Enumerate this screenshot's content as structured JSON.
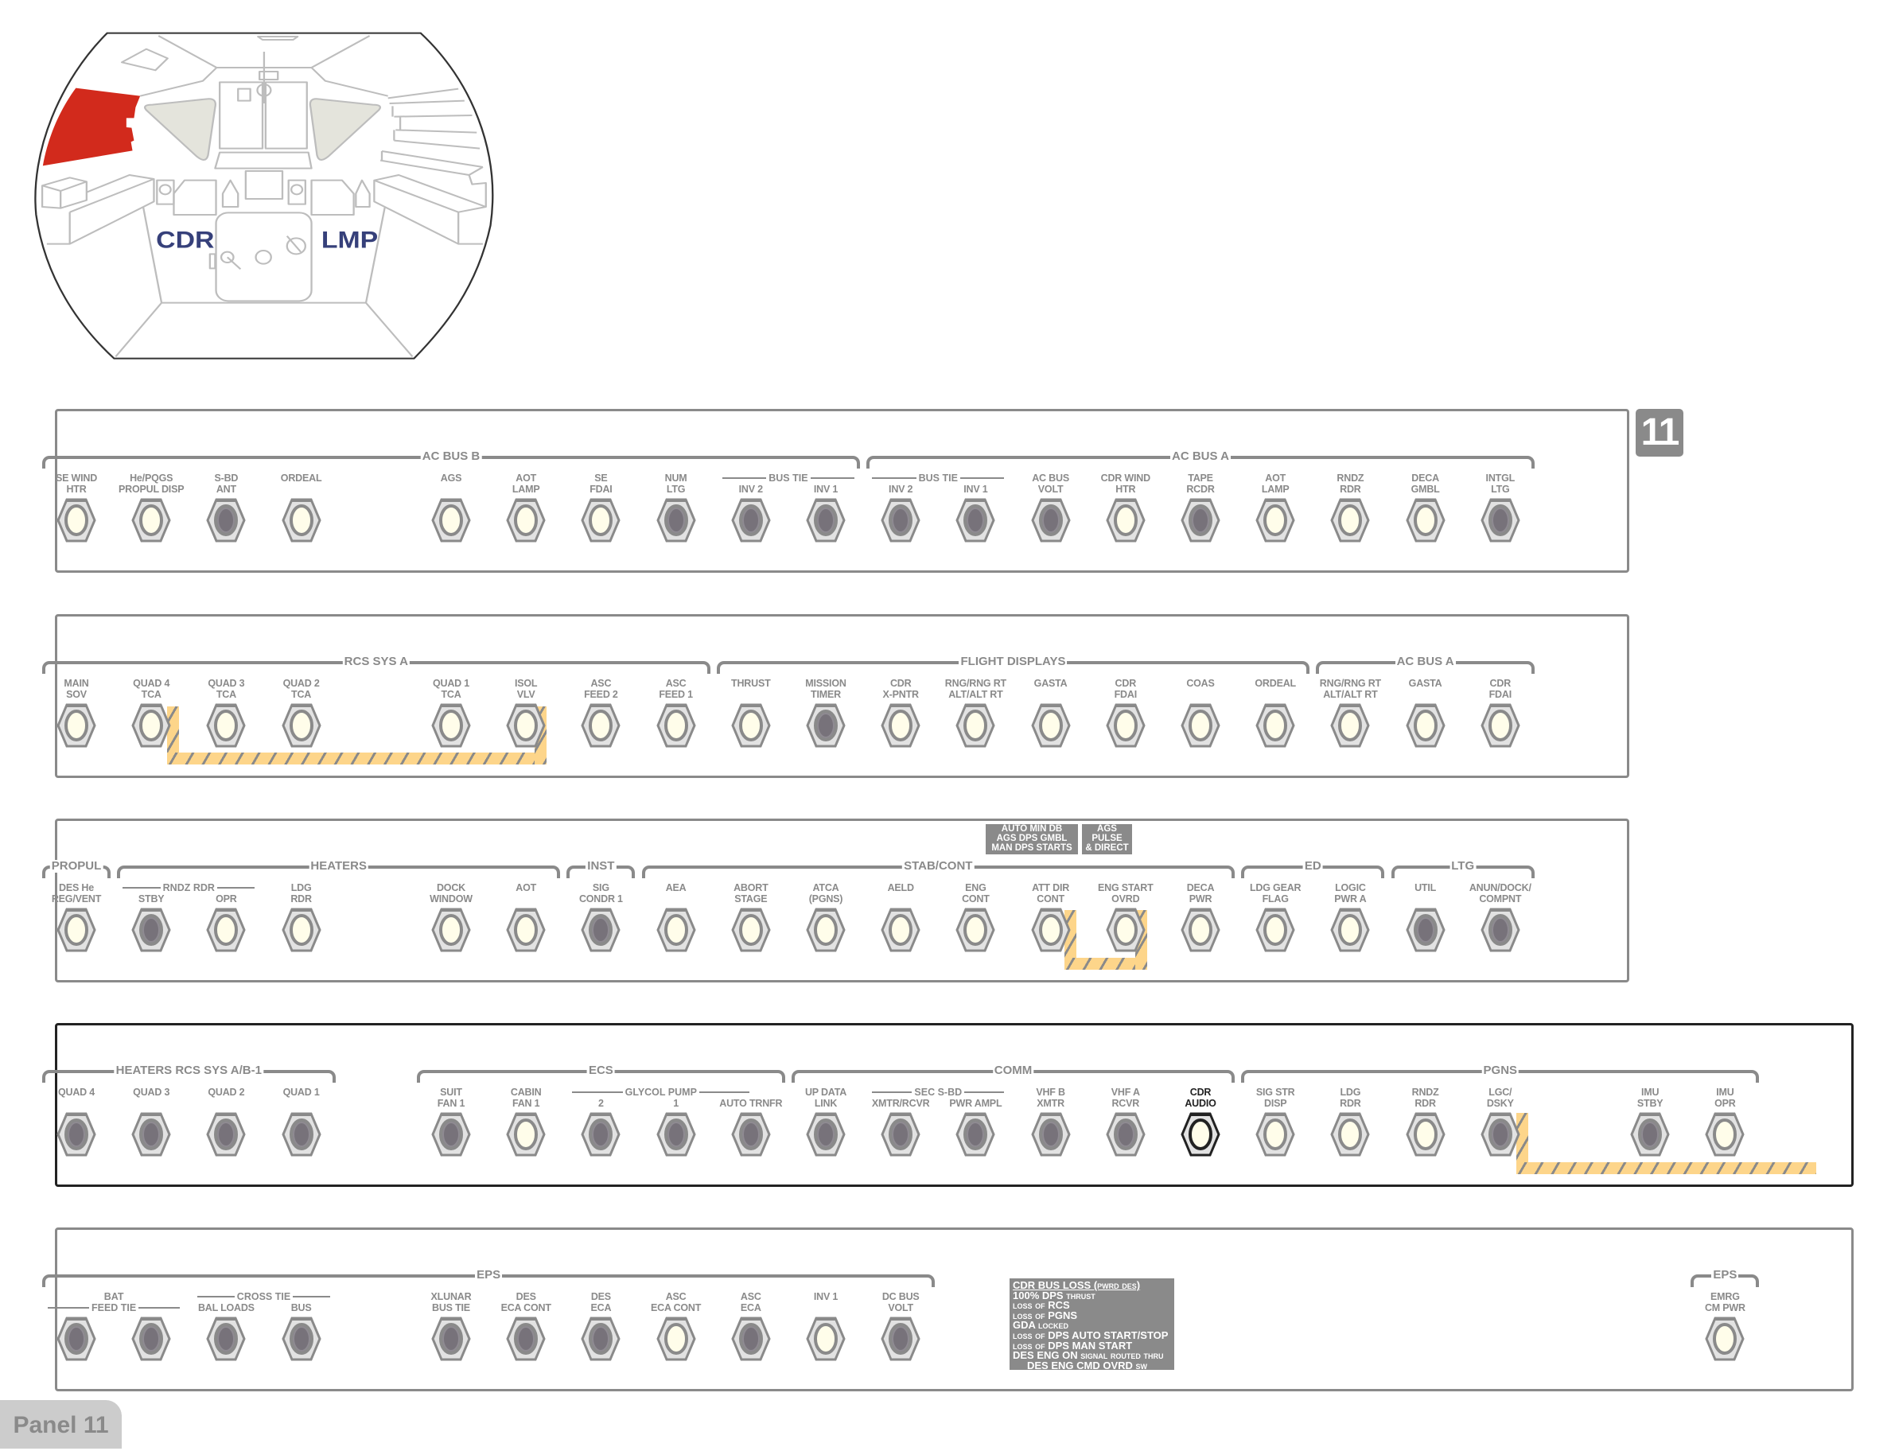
{
  "cockpit": {
    "cdr_label": "CDR",
    "lmp_label": "LMP",
    "highlight_color": "#d22a1c",
    "crew_color": "#36407a"
  },
  "panel_badge": "11",
  "panel_label": "Panel 11",
  "colors": {
    "lit": "#fffdea",
    "dark": "#77727a",
    "frame": "#8a8a8a",
    "hazard": "#fdd58a"
  },
  "rows": [
    {
      "groups": [
        "AC BUS B",
        "AC BUS A"
      ],
      "sub_labels": [
        "BUS TIE",
        "BUS TIE"
      ],
      "switches": [
        {
          "label": [
            "SE WIND",
            "HTR"
          ],
          "lit": true
        },
        {
          "label": [
            "He/PQGS",
            "PROPUL DISP"
          ],
          "lit": true
        },
        {
          "label": [
            "S-BD",
            "ANT"
          ],
          "lit": false
        },
        {
          "label": [
            "ORDEAL",
            ""
          ],
          "lit": true
        },
        {
          "label": [
            "AGS",
            ""
          ],
          "lit": true
        },
        {
          "label": [
            "AOT",
            "LAMP"
          ],
          "lit": true
        },
        {
          "label": [
            "SE",
            "FDAI"
          ],
          "lit": true
        },
        {
          "label": [
            "NUM",
            "LTG"
          ],
          "lit": false
        },
        {
          "label": [
            "",
            "INV 2"
          ],
          "lit": false
        },
        {
          "label": [
            "",
            "INV 1"
          ],
          "lit": false
        },
        {
          "label": [
            "",
            "INV 2"
          ],
          "lit": false
        },
        {
          "label": [
            "",
            "INV 1"
          ],
          "lit": false
        },
        {
          "label": [
            "AC BUS",
            "VOLT"
          ],
          "lit": false
        },
        {
          "label": [
            "CDR WIND",
            "HTR"
          ],
          "lit": true
        },
        {
          "label": [
            "TAPE",
            "RCDR"
          ],
          "lit": false
        },
        {
          "label": [
            "AOT",
            "LAMP"
          ],
          "lit": true
        },
        {
          "label": [
            "RNDZ",
            "RDR"
          ],
          "lit": true
        },
        {
          "label": [
            "DECA",
            "GMBL"
          ],
          "lit": true
        },
        {
          "label": [
            "INTGL",
            "LTG"
          ],
          "lit": false
        }
      ]
    },
    {
      "groups": [
        "RCS SYS A",
        "FLIGHT DISPLAYS",
        "AC BUS A"
      ],
      "sub_labels": [],
      "switches": [
        {
          "label": [
            "MAIN",
            "SOV"
          ],
          "lit": true
        },
        {
          "label": [
            "QUAD 4",
            "TCA"
          ],
          "lit": true
        },
        {
          "label": [
            "QUAD 3",
            "TCA"
          ],
          "lit": true
        },
        {
          "label": [
            "QUAD 2",
            "TCA"
          ],
          "lit": true
        },
        {
          "label": [
            "QUAD 1",
            "TCA"
          ],
          "lit": true
        },
        {
          "label": [
            "ISOL",
            "VLV"
          ],
          "lit": true
        },
        {
          "label": [
            "ASC",
            "FEED 2"
          ],
          "lit": true
        },
        {
          "label": [
            "ASC",
            "FEED 1"
          ],
          "lit": true
        },
        {
          "label": [
            "THRUST",
            ""
          ],
          "lit": true
        },
        {
          "label": [
            "MISSION",
            "TIMER"
          ],
          "lit": false
        },
        {
          "label": [
            "CDR",
            "X-PNTR"
          ],
          "lit": true
        },
        {
          "label": [
            "RNG/RNG RT",
            "ALT/ALT RT"
          ],
          "lit": true
        },
        {
          "label": [
            "GASTA",
            ""
          ],
          "lit": true
        },
        {
          "label": [
            "CDR",
            "FDAI"
          ],
          "lit": true
        },
        {
          "label": [
            "COAS",
            ""
          ],
          "lit": true
        },
        {
          "label": [
            "ORDEAL",
            ""
          ],
          "lit": true
        },
        {
          "label": [
            "RNG/RNG RT",
            "ALT/ALT RT"
          ],
          "lit": true
        },
        {
          "label": [
            "GASTA",
            ""
          ],
          "lit": true
        },
        {
          "label": [
            "CDR",
            "FDAI"
          ],
          "lit": true
        }
      ]
    },
    {
      "groups": [
        "PROPUL",
        "HEATERS",
        "INST",
        "STAB/CONT",
        "ED",
        "LTG"
      ],
      "sub_labels": [
        "RNDZ RDR"
      ],
      "notes": [
        [
          "AUTO MIN DB",
          "AGS DPS GMBL",
          "MAN DPS STARTS"
        ],
        [
          "AGS",
          "PULSE",
          "& DIRECT"
        ]
      ],
      "switches": [
        {
          "label": [
            "DES He",
            "REG/VENT"
          ],
          "lit": true
        },
        {
          "label": [
            "",
            "STBY"
          ],
          "lit": false
        },
        {
          "label": [
            "",
            "OPR"
          ],
          "lit": true
        },
        {
          "label": [
            "LDG",
            "RDR"
          ],
          "lit": true
        },
        {
          "label": [
            "DOCK",
            "WINDOW"
          ],
          "lit": true
        },
        {
          "label": [
            "AOT",
            ""
          ],
          "lit": true
        },
        {
          "label": [
            "SIG",
            "CONDR 1"
          ],
          "lit": false
        },
        {
          "label": [
            "AEA",
            ""
          ],
          "lit": true
        },
        {
          "label": [
            "ABORT",
            "STAGE"
          ],
          "lit": true
        },
        {
          "label": [
            "ATCA",
            "(PGNS)"
          ],
          "lit": true
        },
        {
          "label": [
            "AELD",
            ""
          ],
          "lit": true
        },
        {
          "label": [
            "ENG",
            "CONT"
          ],
          "lit": true
        },
        {
          "label": [
            "ATT DIR",
            "CONT"
          ],
          "lit": true
        },
        {
          "label": [
            "ENG START",
            "OVRD"
          ],
          "lit": true
        },
        {
          "label": [
            "DECA",
            "PWR"
          ],
          "lit": true
        },
        {
          "label": [
            "LDG GEAR",
            "FLAG"
          ],
          "lit": true
        },
        {
          "label": [
            "LOGIC",
            "PWR A"
          ],
          "lit": true
        },
        {
          "label": [
            "UTIL",
            ""
          ],
          "lit": false
        },
        {
          "label": [
            "ANUN/DOCK/",
            "COMPNT"
          ],
          "lit": false
        }
      ]
    },
    {
      "groups": [
        "HEATERS RCS SYS A/B-1",
        "ECS",
        "COMM",
        "PGNS"
      ],
      "sub_labels": [
        "GLYCOL PUMP",
        "SEC S-BD"
      ],
      "switches": [
        {
          "label": [
            "QUAD 4",
            ""
          ],
          "lit": false
        },
        {
          "label": [
            "QUAD 3",
            ""
          ],
          "lit": false
        },
        {
          "label": [
            "QUAD 2",
            ""
          ],
          "lit": false
        },
        {
          "label": [
            "QUAD 1",
            ""
          ],
          "lit": false
        },
        {
          "label": [
            "SUIT",
            "FAN 1"
          ],
          "lit": false
        },
        {
          "label": [
            "CABIN",
            "FAN 1"
          ],
          "lit": true
        },
        {
          "label": [
            "",
            "2"
          ],
          "lit": false
        },
        {
          "label": [
            "",
            "1"
          ],
          "lit": false
        },
        {
          "label": [
            "",
            "AUTO TRNFR"
          ],
          "lit": false
        },
        {
          "label": [
            "UP DATA",
            "LINK"
          ],
          "lit": false
        },
        {
          "label": [
            "",
            "XMTR/RCVR"
          ],
          "lit": false
        },
        {
          "label": [
            "",
            "PWR AMPL"
          ],
          "lit": false
        },
        {
          "label": [
            "VHF B",
            "XMTR"
          ],
          "lit": false
        },
        {
          "label": [
            "VHF A",
            "RCVR"
          ],
          "lit": false
        },
        {
          "label": [
            "CDR",
            "AUDIO"
          ],
          "lit": true,
          "highlighted": true
        },
        {
          "label": [
            "SIG STR",
            "DISP"
          ],
          "lit": true
        },
        {
          "label": [
            "LDG",
            "RDR"
          ],
          "lit": true
        },
        {
          "label": [
            "RNDZ",
            "RDR"
          ],
          "lit": true
        },
        {
          "label": [
            "LGC/",
            "DSKY"
          ],
          "lit": false
        },
        {
          "label": [
            "IMU",
            "STBY"
          ],
          "lit": false
        },
        {
          "label": [
            "IMU",
            "OPR"
          ],
          "lit": true
        }
      ]
    },
    {
      "groups": [
        "EPS",
        "EPS"
      ],
      "sub_labels": [
        "BAT",
        "FEED TIE",
        "CROSS TIE"
      ],
      "notes": [
        [
          "CDR BUS LOSS (pwrd des)",
          "100% DPS thrust",
          "loss of RCS",
          "loss of PGNS",
          "GDA locked",
          "loss of DPS AUTO START/STOP",
          "loss of DPS MAN START",
          "DES ENG ON signal routed thru",
          "DES ENG CMD OVRD sw"
        ]
      ],
      "switches": [
        {
          "label": [
            "",
            ""
          ],
          "lit": false
        },
        {
          "label": [
            "",
            ""
          ],
          "lit": false
        },
        {
          "label": [
            "",
            "BAL LOADS"
          ],
          "lit": false
        },
        {
          "label": [
            "",
            "BUS"
          ],
          "lit": false
        },
        {
          "label": [
            "XLUNAR",
            "BUS TIE"
          ],
          "lit": false
        },
        {
          "label": [
            "DES",
            "ECA CONT"
          ],
          "lit": false
        },
        {
          "label": [
            "DES",
            "ECA"
          ],
          "lit": false
        },
        {
          "label": [
            "ASC",
            "ECA CONT"
          ],
          "lit": true
        },
        {
          "label": [
            "ASC",
            "ECA"
          ],
          "lit": false
        },
        {
          "label": [
            "INV 1",
            ""
          ],
          "lit": true
        },
        {
          "label": [
            "DC BUS",
            "VOLT"
          ],
          "lit": false
        },
        {
          "label": [
            "EMRG",
            "CM PWR"
          ],
          "lit": true
        }
      ]
    }
  ]
}
